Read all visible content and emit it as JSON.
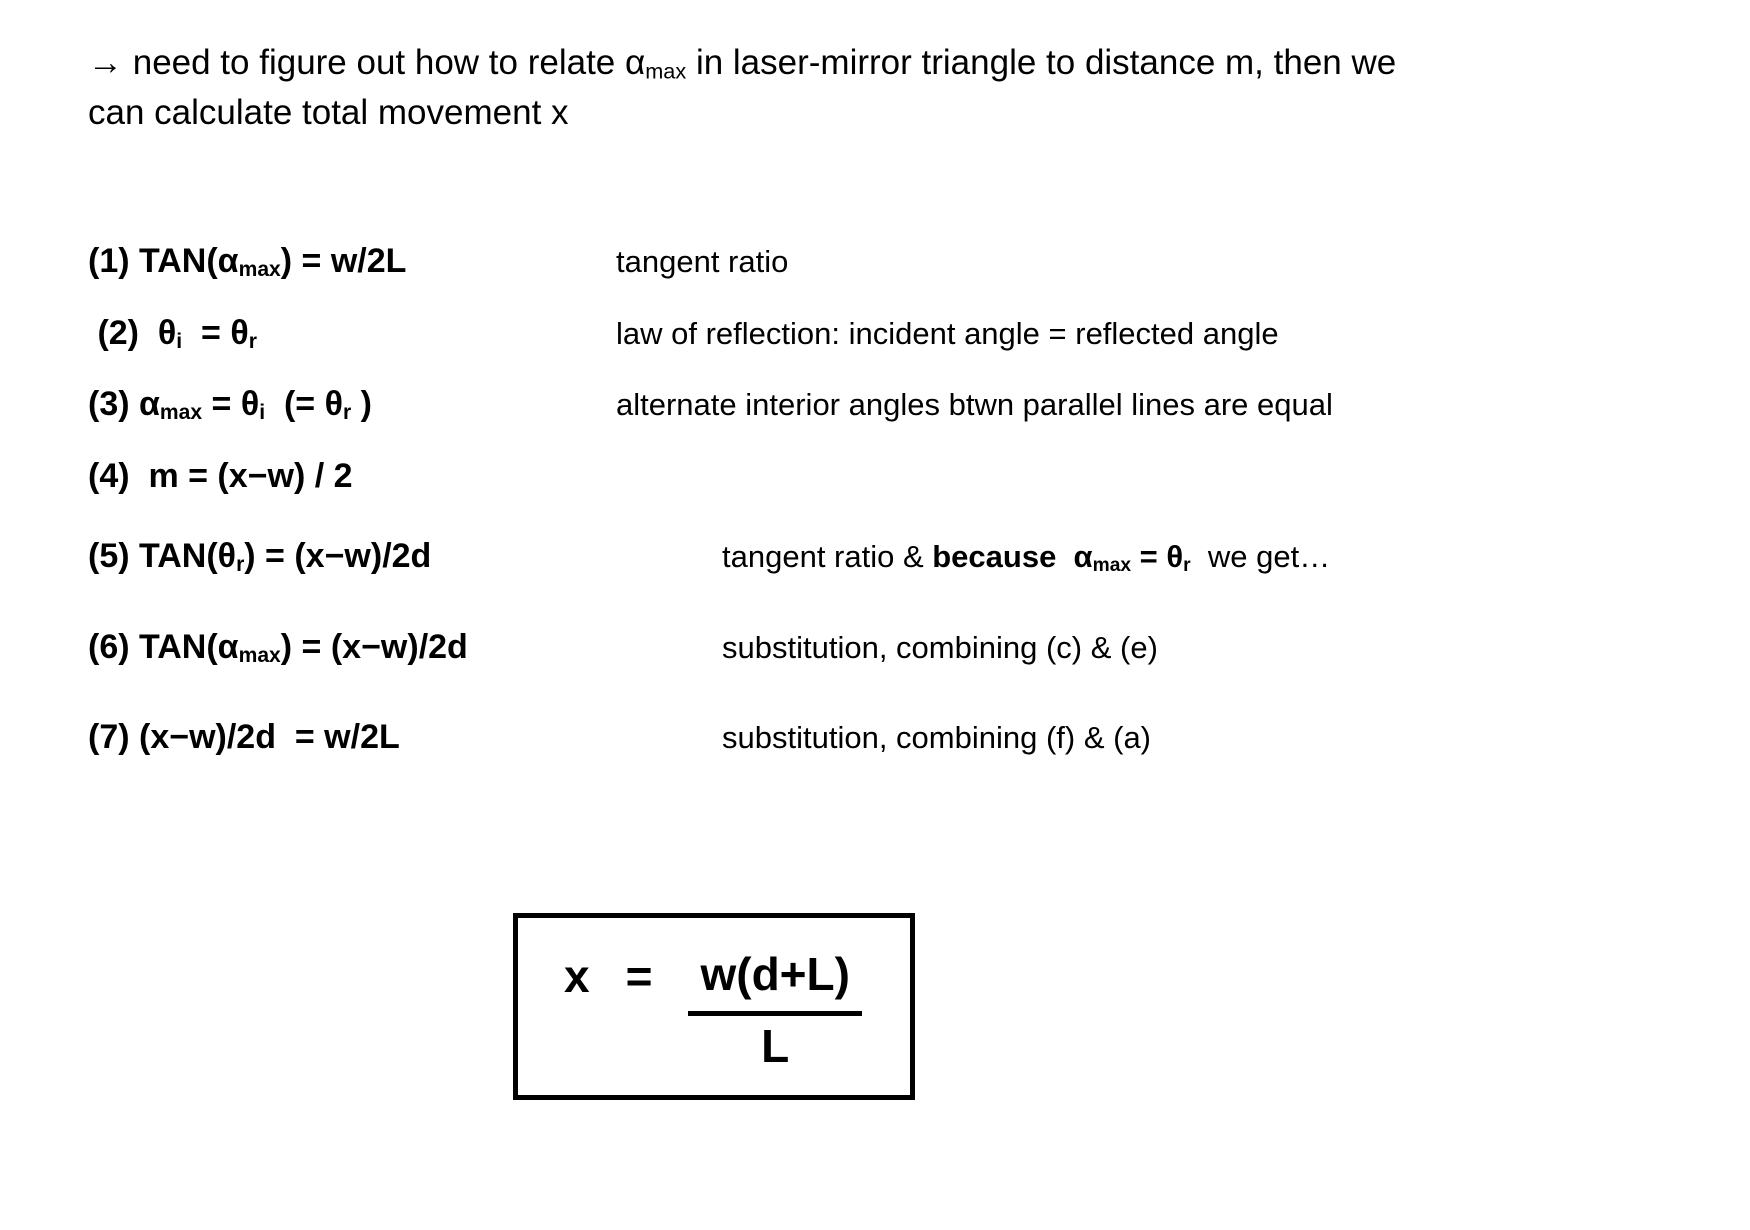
{
  "header": {
    "segments": [
      {
        "t": "→ need to figure out how to relate α"
      },
      {
        "t": "max",
        "sub": true
      },
      {
        "t": " in laser-mirror triangle to distance m, then we can calculate total movement x"
      }
    ]
  },
  "equations": [
    {
      "eq": [
        {
          "t": "(1) TAN(α"
        },
        {
          "t": "max",
          "sub": true
        },
        {
          "t": ") = w/2L"
        }
      ],
      "note": [
        {
          "t": "tangent ratio"
        }
      ]
    },
    {
      "eq": [
        {
          "t": " (2)  θ"
        },
        {
          "t": "i",
          "sub": true
        },
        {
          "t": "  = θ"
        },
        {
          "t": "r",
          "sub": true
        }
      ],
      "note": [
        {
          "t": "law of reflection: incident angle = reflected angle"
        }
      ]
    },
    {
      "eq": [
        {
          "t": "(3) α"
        },
        {
          "t": "max",
          "sub": true
        },
        {
          "t": " = θ"
        },
        {
          "t": "i",
          "sub": true
        },
        {
          "t": "  (= θ"
        },
        {
          "t": "r",
          "sub": true
        },
        {
          "t": " )"
        }
      ],
      "note": [
        {
          "t": "alternate interior angles btwn parallel lines are equal"
        }
      ]
    },
    {
      "eq": [
        {
          "t": "(4)  m = (x−w) / 2"
        }
      ],
      "note": []
    },
    {
      "eq": [
        {
          "t": "(5) TAN(θ"
        },
        {
          "t": "r",
          "sub": true
        },
        {
          "t": ") = (x−w)/2d"
        }
      ],
      "note": [
        {
          "t": "tangent ratio & "
        },
        {
          "t": "because",
          "bold": true
        },
        {
          "t": "  α",
          "bold": true
        },
        {
          "t": "max",
          "bold": true,
          "sub": true
        },
        {
          "t": " = θ",
          "bold": true
        },
        {
          "t": "r",
          "bold": true,
          "sub": true
        },
        {
          "t": "  we get…"
        }
      ]
    },
    {
      "eq": [
        {
          "t": "(6) TAN(α"
        },
        {
          "t": "max",
          "sub": true
        },
        {
          "t": ") = (x−w)/2d"
        }
      ],
      "note": [
        {
          "t": "substitution, combining (c) & (e)"
        }
      ]
    },
    {
      "eq": [
        {
          "t": "(7) (x−w)/2d  = w/2L"
        }
      ],
      "note": [
        {
          "t": "substitution, combining (f) & (a)"
        }
      ]
    }
  ],
  "result_box": {
    "lhs": "x",
    "equals": "=",
    "numerator": "w(d+L)",
    "denominator": "L"
  },
  "colors": {
    "background": "#ffffff",
    "text": "#000000",
    "box_border": "#000000"
  }
}
